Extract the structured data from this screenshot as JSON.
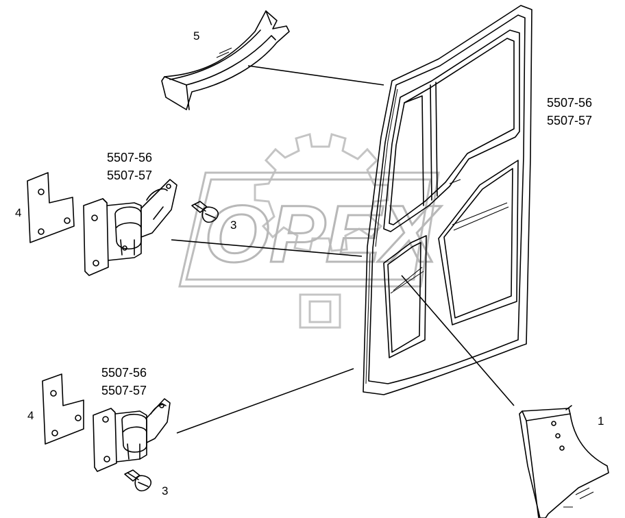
{
  "watermark": {
    "text": "OPEX"
  },
  "door": {
    "part_numbers": [
      "5507-56",
      "5507-57"
    ]
  },
  "upper_hinge": {
    "part_numbers": [
      "5507-56",
      "5507-57"
    ]
  },
  "lower_hinge": {
    "part_numbers": [
      "5507-56",
      "5507-57"
    ]
  },
  "callouts": {
    "part_1": "1",
    "part_3_upper": "3",
    "part_3_lower": "3",
    "part_4_upper": "4",
    "part_4_lower": "4",
    "part_5": "5"
  }
}
